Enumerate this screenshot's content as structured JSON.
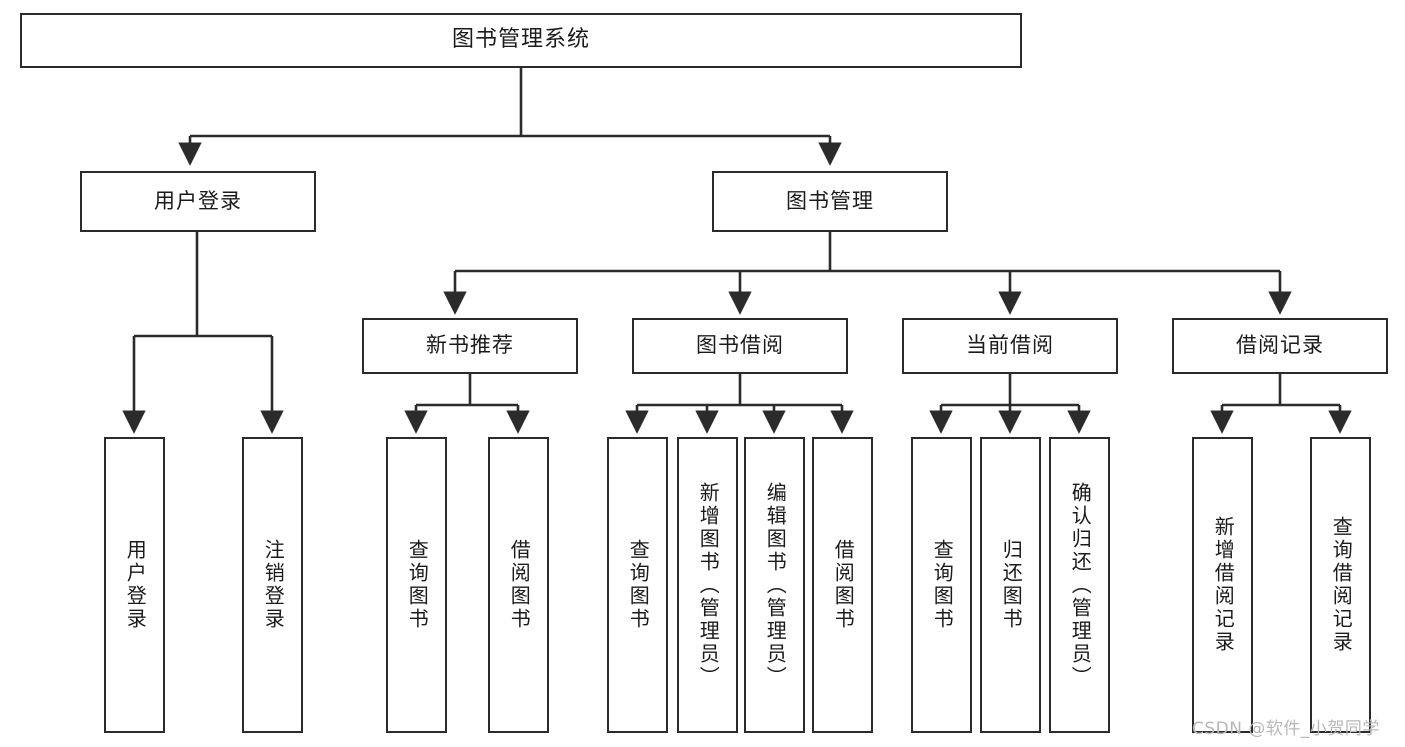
{
  "diagram": {
    "title": "图书管理系统",
    "type": "tree-hierarchy-chart",
    "background_color": "#ffffff",
    "box_border_color": "#2b2b2b",
    "connector_color": "#2b2b2b",
    "text_color": "#1b1b1b"
  },
  "root": {
    "label": "图书管理系统"
  },
  "level2": [
    {
      "label": "用户登录"
    },
    {
      "label": "图书管理"
    }
  ],
  "level3": [
    {
      "label": "新书推荐"
    },
    {
      "label": "图书借阅"
    },
    {
      "label": "当前借阅"
    },
    {
      "label": "借阅记录"
    }
  ],
  "leaves": {
    "user_login": [
      {
        "label": "用户登录"
      },
      {
        "label": "注销登录"
      }
    ],
    "new_book_recommend": [
      {
        "label": "查询图书"
      },
      {
        "label": "借阅图书"
      }
    ],
    "book_borrow": [
      {
        "label": "查询图书"
      },
      {
        "label": "新增图书（管理员）"
      },
      {
        "label": "编辑图书（管理员）"
      },
      {
        "label": "借阅图书"
      }
    ],
    "current_borrow": [
      {
        "label": "查询图书"
      },
      {
        "label": "归还图书"
      },
      {
        "label": "确认归还（管理员）"
      }
    ],
    "borrow_record": [
      {
        "label": "新增借阅记录"
      },
      {
        "label": "查询借阅记录"
      }
    ]
  },
  "watermark": {
    "text": "CSDN @软件_小贺同学",
    "color": "#b8b8b8"
  }
}
